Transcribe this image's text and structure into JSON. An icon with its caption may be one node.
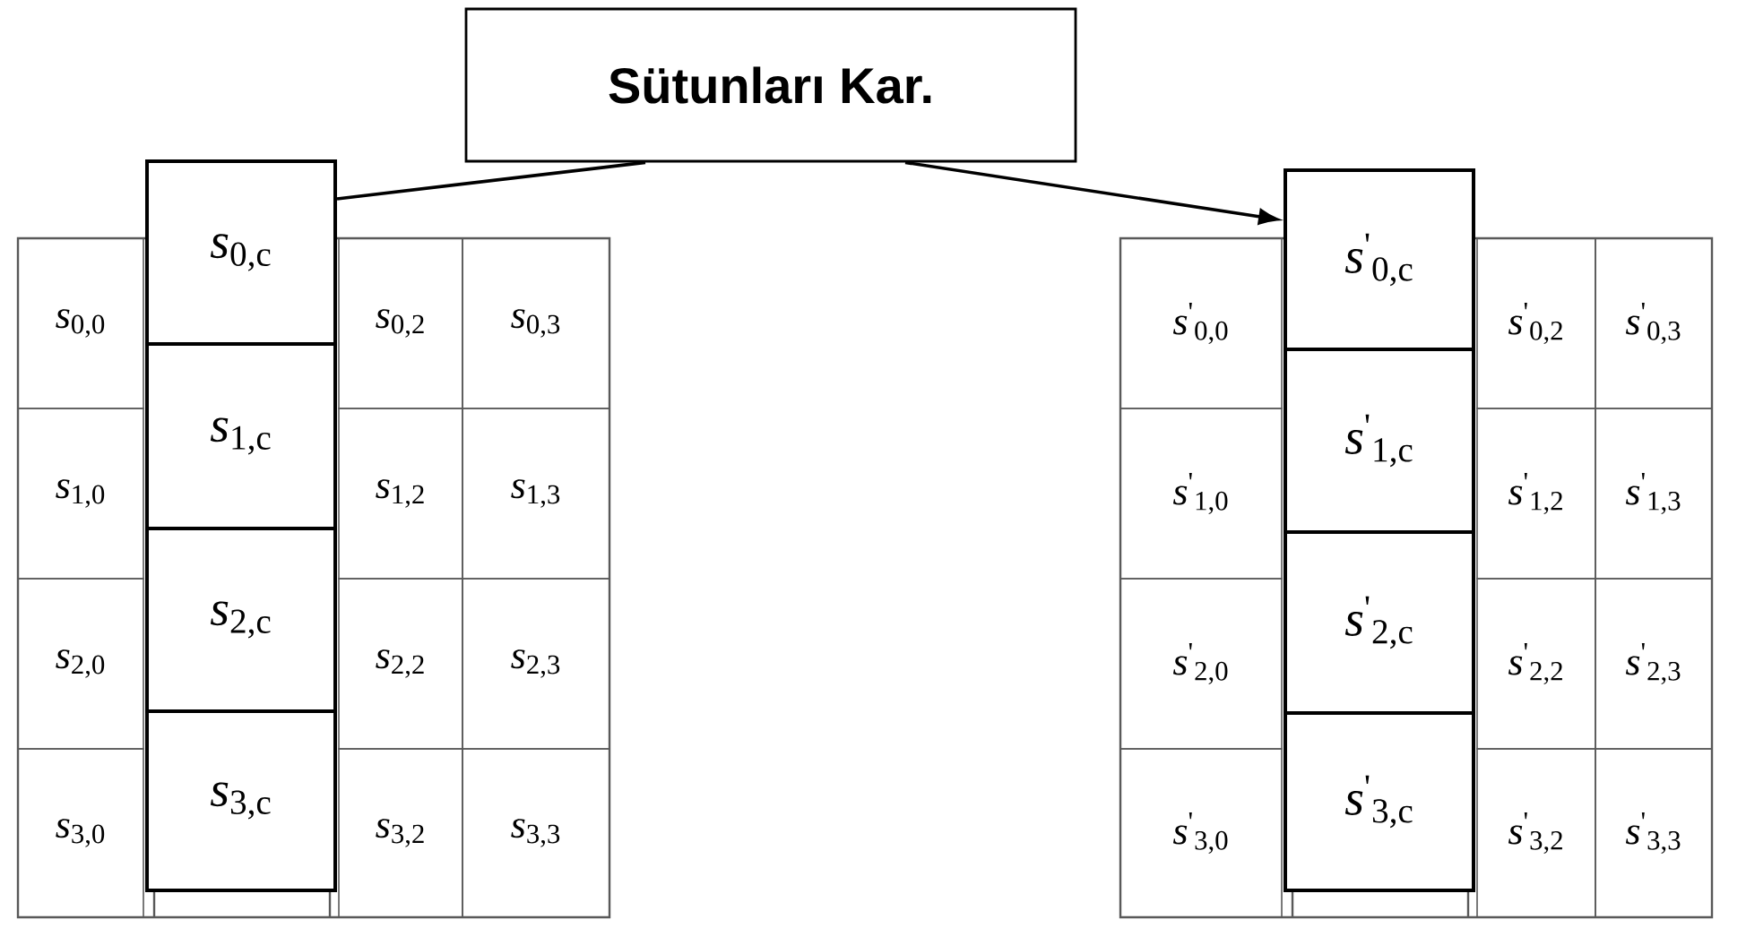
{
  "diagram": {
    "nodes": [
      {
        "text": [
          "Sütunları Kar."
        ]
      },
      {
        "text": [
          "*s*$_{0,0}$"
        ]
      },
      {
        "text": [
          "*s*$_{0,c}$"
        ]
      },
      {
        "text": [
          "*s*$_{0,2}$"
        ]
      },
      {
        "text": [
          "*s*$_{0,3}$"
        ]
      },
      {
        "text": [
          "*s*$_{1,0}$"
        ]
      },
      {
        "text": [
          "*s*$_{1,c}$"
        ]
      },
      {
        "text": [
          "*s*$_{1,2}$"
        ]
      },
      {
        "text": [
          "*s*$_{1,3}$"
        ]
      },
      {
        "text": [
          "*s*$_{2,0}$"
        ]
      },
      {
        "text": [
          "*s*$_{2,c}$"
        ]
      },
      {
        "text": [
          "*s*$_{2,2}$"
        ]
      },
      {
        "text": [
          "*s*$_{2,3}$"
        ]
      },
      {
        "text": [
          "*s*$_{3,0}$"
        ]
      },
      {
        "text": [
          "*s*$_{3,c}$"
        ]
      },
      {
        "text": [
          "*s*$_{3,2}$"
        ]
      },
      {
        "text": [
          "*s*$_{3,3}$"
        ]
      },
      {
        "text": [
          "*s*$^{'}$$_{0,0}$"
        ]
      },
      {
        "text": [
          "*s*$^{'}$$_{0,c}$"
        ]
      },
      {
        "text": [
          "*s*$^{'}$$_{0,2}$"
        ]
      },
      {
        "text": [
          "*s*$^{'}$$_{0,3}$"
        ]
      },
      {
        "text": [
          "*s*$^{'}$$_{1,0}$"
        ]
      },
      {
        "text": [
          "*s*$^{'}$$_{1,c}$"
        ]
      },
      {
        "text": [
          "*s*$^{'}$$_{1,2}$"
        ]
      },
      {
        "text": [
          "*s*$^{'}$$_{1,3}$"
        ]
      },
      {
        "text": [
          "*s*$^{'}$$_{2,0}$"
        ]
      },
      {
        "text": [
          "*s*$^{'}$$_{2,c}$"
        ]
      },
      {
        "text": [
          "*s*$^{'}$$_{2,2}$"
        ]
      },
      {
        "text": [
          "*s*$^{'}$$_{2,3}$"
        ]
      },
      {
        "text": [
          "*s*$^{'}$$_{3,0}$"
        ]
      },
      {
        "text": [
          "*s*$^{'}$$_{3,c}$"
        ]
      },
      {
        "text": [
          "*s*$^{'}$$_{3,2}$"
        ]
      },
      {
        "text": [
          "*s*$^{'}$$_{3,3}$"
        ]
      }
    ],
    "edges": [
      {
        "from": 2,
        "to": 0,
        "arrow": "none"
      },
      {
        "from": 0,
        "to": 18,
        "arrow": "to"
      }
    ]
  }
}
